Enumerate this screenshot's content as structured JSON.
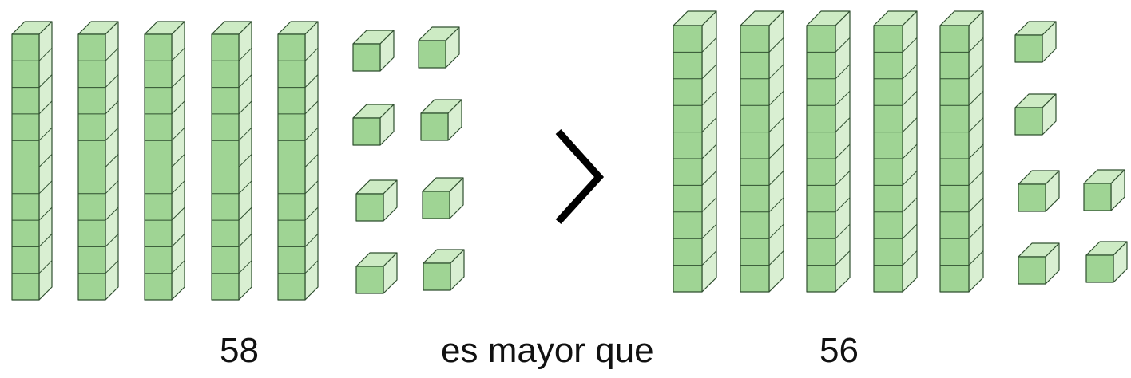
{
  "colors": {
    "front": "#9fd494",
    "top": "#cdebc4",
    "side": "#d9efd2",
    "outline": "#2f4f2f",
    "symbol": "#000000"
  },
  "left": {
    "number": "58",
    "tens": 5,
    "ones": 8
  },
  "comparison": {
    "symbol": "greater-than",
    "text": "es mayor que"
  },
  "right": {
    "number": "56",
    "tens": 5,
    "ones": 6
  }
}
